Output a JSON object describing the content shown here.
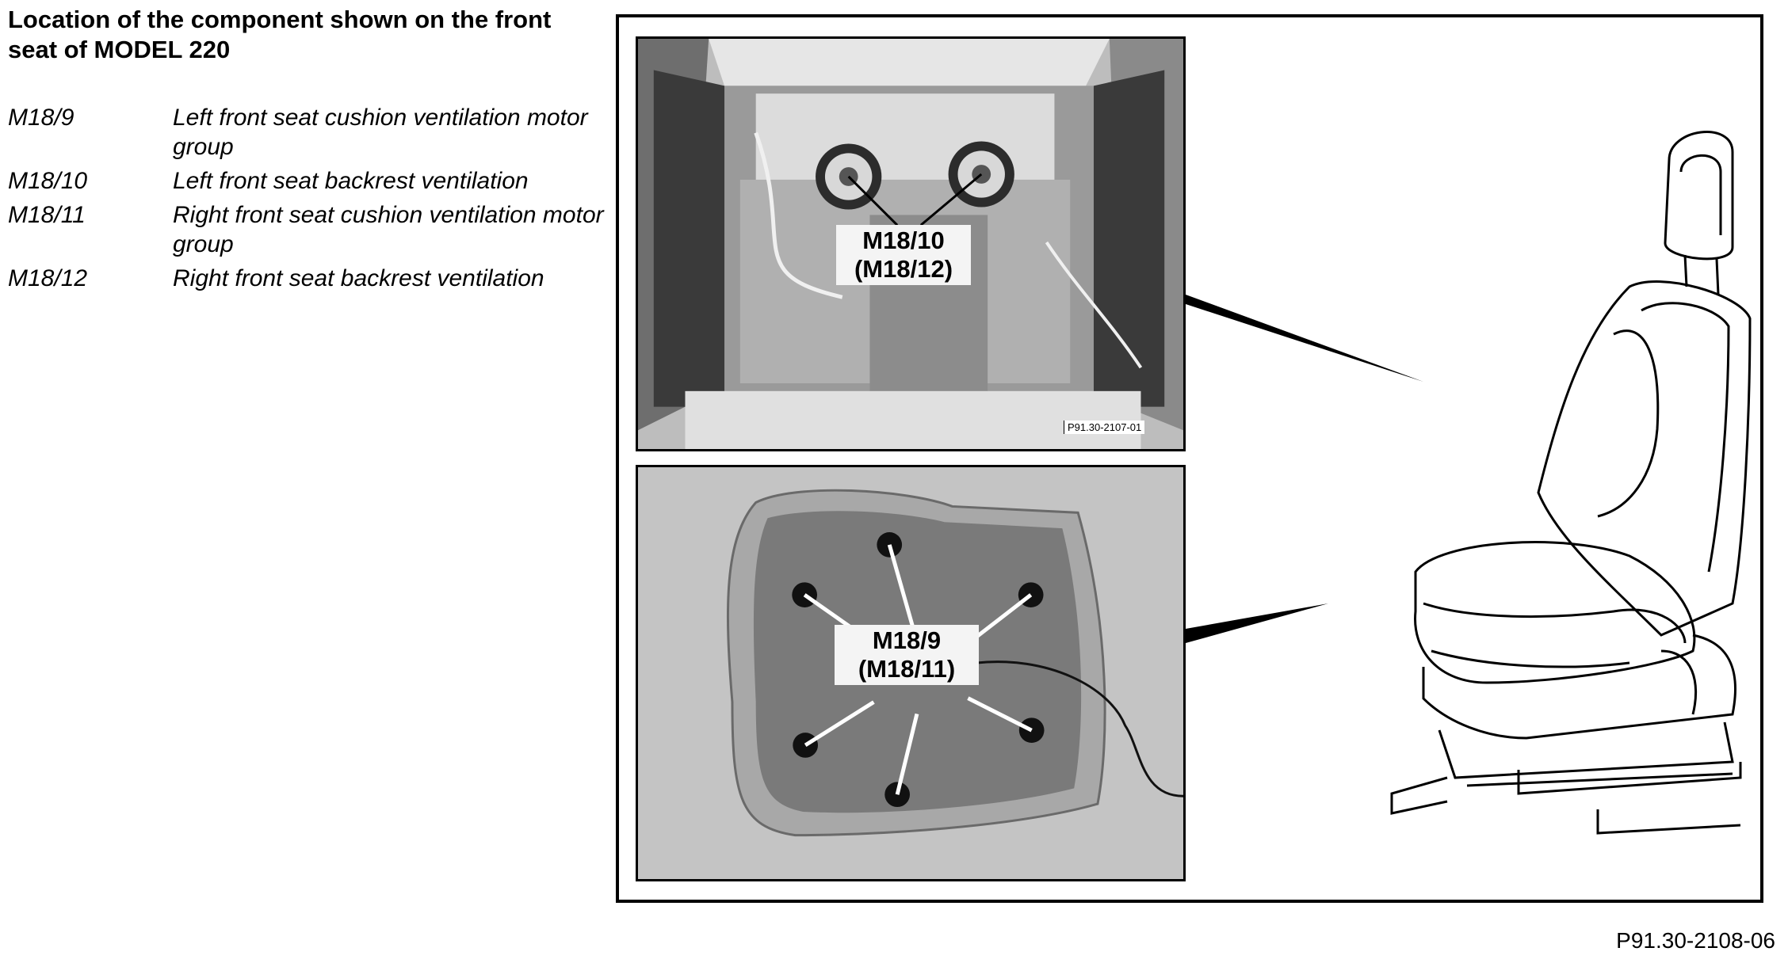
{
  "page": {
    "title": "Location of the component shown on the front seat of MODEL 220",
    "figure_code": "P91.30-2108-06"
  },
  "legend": [
    {
      "code": "M18/9",
      "desc": "Left front seat cushion ventilation motor group"
    },
    {
      "code": "M18/10",
      "desc": "Left front seat backrest ventilation"
    },
    {
      "code": "M18/11",
      "desc": "Right front seat cushion ventilation motor group"
    },
    {
      "code": "M18/12",
      "desc": "Right front seat backrest ventilation"
    }
  ],
  "top_photo": {
    "callout_line1": "M18/10",
    "callout_line2": "(M18/12)",
    "photo_code": "P91.30-2107-01"
  },
  "bottom_photo": {
    "callout_line1": "M18/9",
    "callout_line2": "(M18/11)"
  }
}
